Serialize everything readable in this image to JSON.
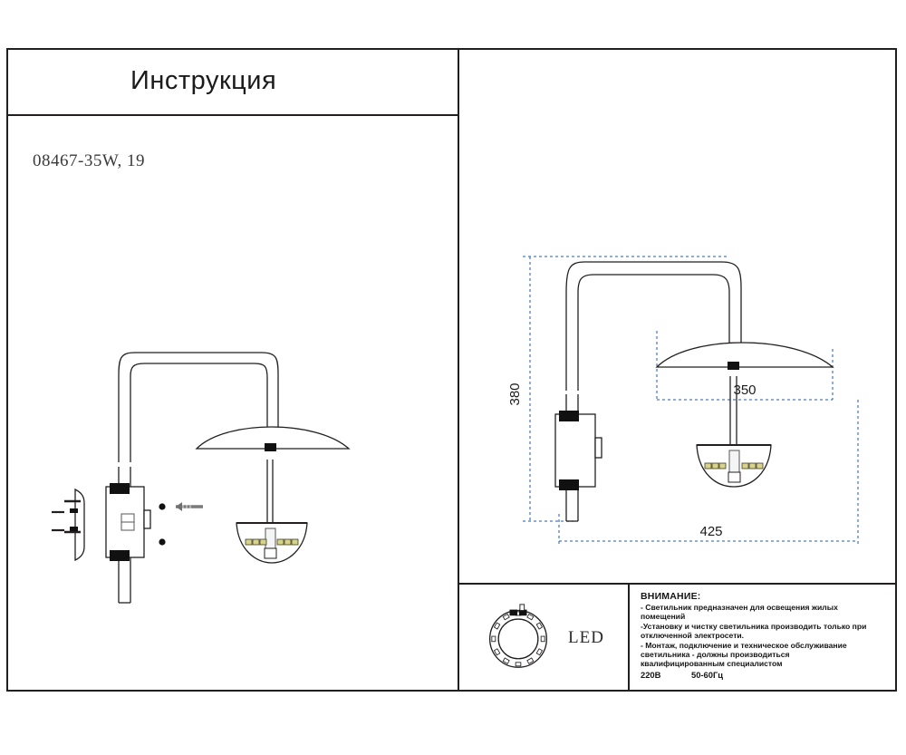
{
  "document": {
    "title": "Инструкция",
    "model_code": "08467-35W, 19"
  },
  "footer": {
    "led": {
      "label": "LED",
      "icon": "led-ring-icon"
    },
    "warning": {
      "heading": "ВНИМАНИЕ:",
      "lines": [
        "- Светильник предназначен для освещения жилых",
        "помещений",
        "-Установку и чистку светильника производить только при",
        "отключенной электросети.",
        "- Монтаж, подключение и техническое обслуживание",
        "светильника - должны производиться",
        "квалифицированным специалистом"
      ],
      "voltage": "220В",
      "frequency": "50-60Гц"
    }
  },
  "drawings": {
    "left": {
      "name": "assembly-detail-view",
      "description": "Wall lamp side view with mounting bracket and fixing screws"
    },
    "right": {
      "name": "dimensioned-view",
      "description": "Wall lamp side view with overall dimensions"
    }
  },
  "dimensions": {
    "height": {
      "value": "380",
      "orientation": "vertical"
    },
    "shade_width": {
      "value": "350",
      "orientation": "horizontal"
    },
    "total_depth": {
      "value": "425",
      "orientation": "horizontal"
    }
  },
  "colors": {
    "ink": "#231f20",
    "dimension_blue": "#3b7fd4",
    "led_chip": "#d9d28a",
    "metal_fill": "#ffffff",
    "joint_black": "#111111"
  }
}
